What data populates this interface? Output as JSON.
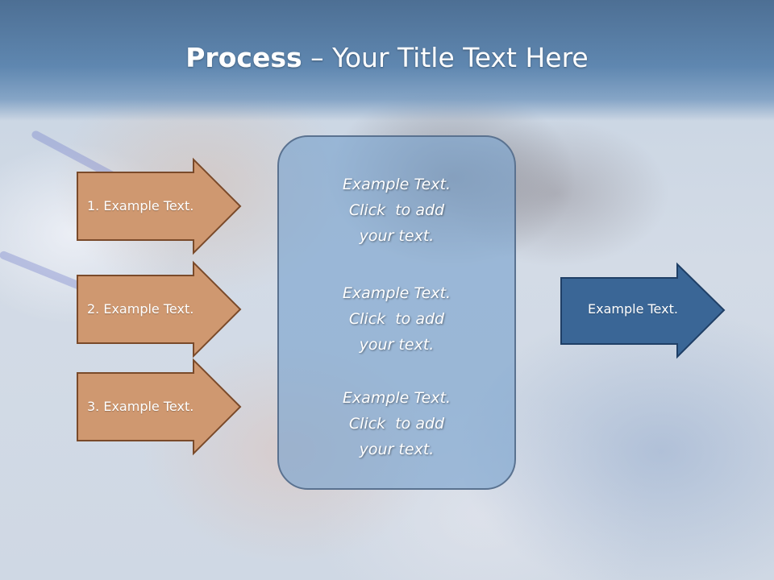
{
  "slide": {
    "title_bold": "Process",
    "title_rest": " – Your Title Text Here"
  },
  "left_arrows": [
    {
      "label": "1. Example Text."
    },
    {
      "label": "2. Example Text."
    },
    {
      "label": "3. Example Text."
    }
  ],
  "center_box": {
    "blocks": [
      {
        "line1": "Example Text.",
        "line2": "Click  to add",
        "line3": "your text."
      },
      {
        "line1": "Example Text.",
        "line2": "Click  to add",
        "line3": "your text."
      },
      {
        "line1": "Example Text.",
        "line2": "Click  to add",
        "line3": "your text."
      }
    ]
  },
  "right_arrow": {
    "label": "Example Text."
  },
  "colors": {
    "header": "#5f87b0",
    "left_arrow_fill": "#cf9870",
    "left_arrow_border": "#7a4a2a",
    "center_box_fill": "#8fb0d0",
    "right_arrow_fill": "#3a6696",
    "right_arrow_border": "#1f3f66"
  }
}
